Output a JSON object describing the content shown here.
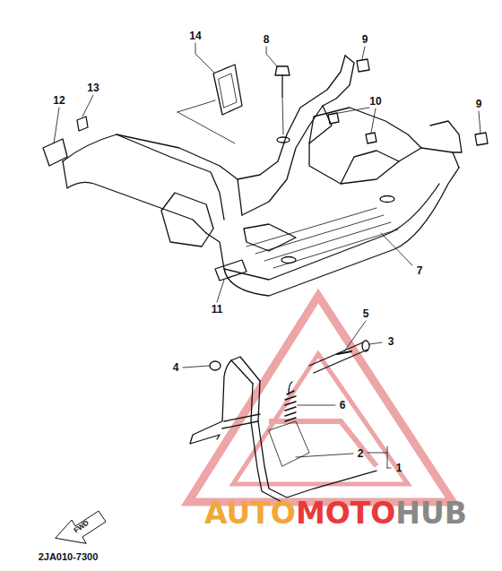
{
  "diagram": {
    "labels": [
      "14",
      "8",
      "9",
      "13",
      "12",
      "10",
      "9",
      "7",
      "11",
      "5",
      "3",
      "4",
      "6",
      "2",
      "1",
      "FWD",
      "2JA010-7300",
      "AUTO",
      "MOTO",
      "HUB"
    ]
  }
}
